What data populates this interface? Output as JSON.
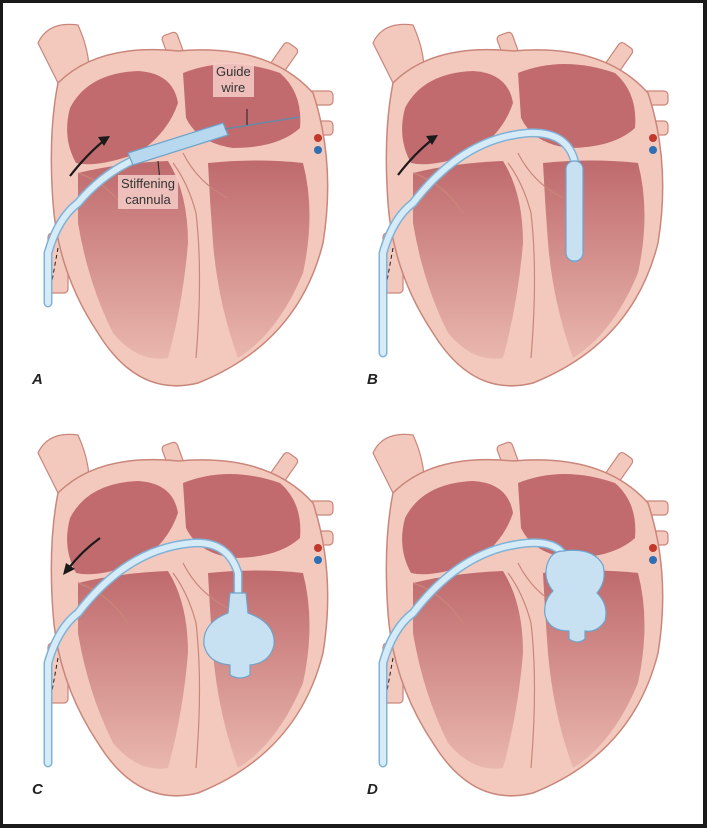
{
  "panels": [
    {
      "label": "A",
      "stage": "advance",
      "arrow": "forward",
      "guide_wire": true
    },
    {
      "label": "B",
      "stage": "position",
      "arrow": "forward",
      "guide_wire": false
    },
    {
      "label": "C",
      "stage": "partial-inflation",
      "arrow": "back",
      "guide_wire": false
    },
    {
      "label": "D",
      "stage": "full-inflation",
      "arrow": "none",
      "guide_wire": false
    }
  ],
  "annotations": {
    "guide_wire": "Guide\nwire",
    "stiffening_cannula": "Stiffening\ncannula"
  },
  "colors": {
    "background": "#ffffff",
    "heart_wall": "#f3c9bd",
    "heart_outline": "#c9867a",
    "chamber": "#c56f72",
    "chamber_light": "#e0a39f",
    "catheter": "#cfe6f5",
    "catheter_outline": "#7fb2d6",
    "arrow": "#1a1a1a",
    "vessel_red": "#c0392b",
    "vessel_blue": "#2f6fb3"
  }
}
